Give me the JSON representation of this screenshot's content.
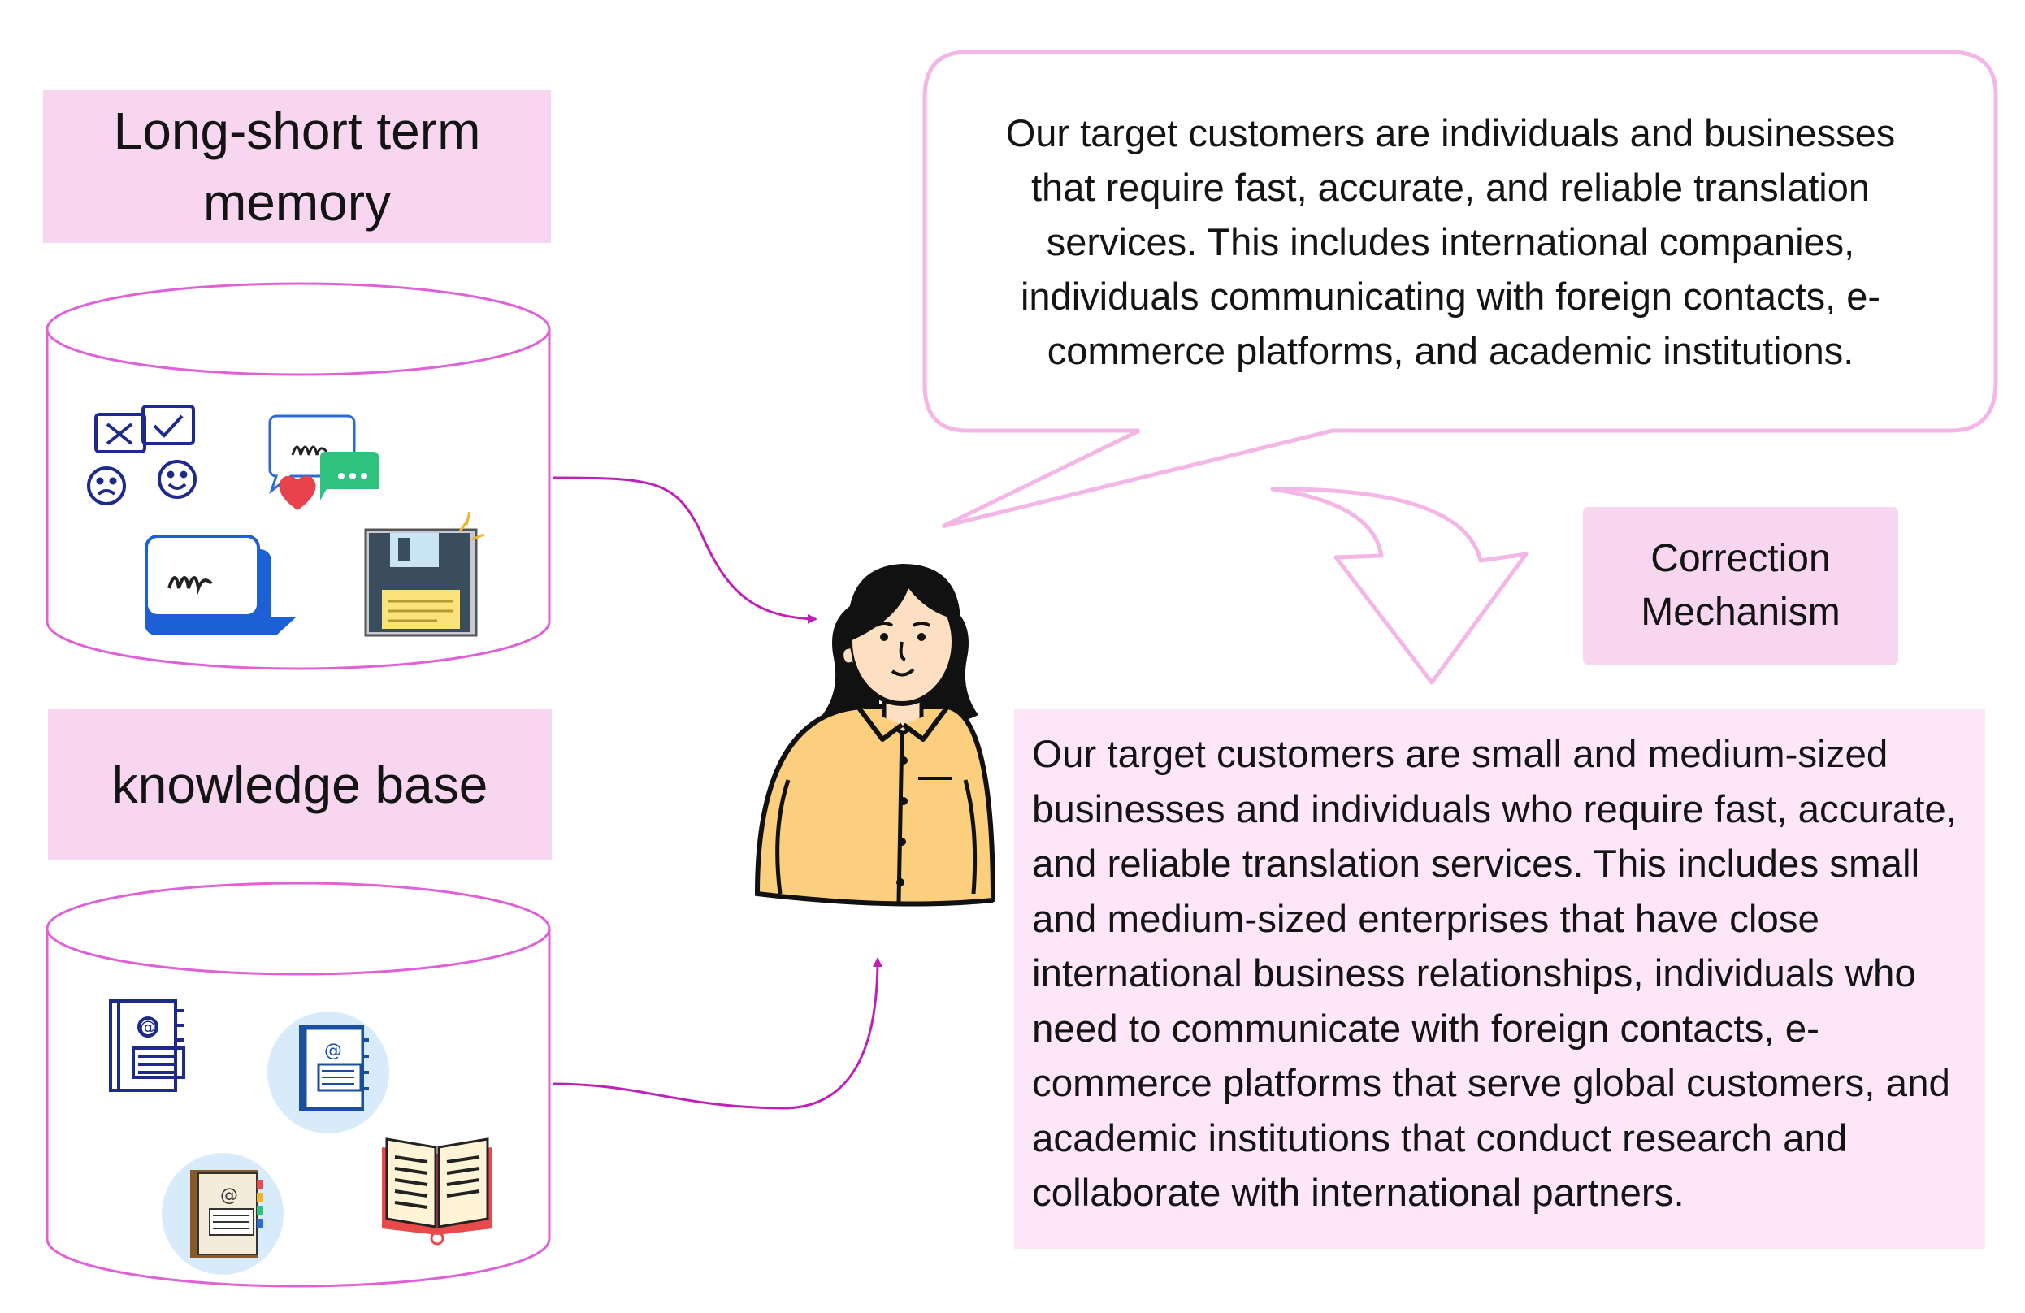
{
  "memory_section": {
    "title": "Long-short term memory"
  },
  "knowledge_section": {
    "title": "knowledge base"
  },
  "speech_bubble": {
    "text": "Our target customers are individuals and businesses that require fast, accurate, and reliable translation services. This includes international companies, individuals communicating with foreign contacts, e-commerce platforms, and academic institutions."
  },
  "correction": {
    "label": "Correction Mechanism"
  },
  "corrected_answer": {
    "text": "Our target customers are small and medium-sized businesses and individuals who require fast, accurate, and reliable translation services. This includes small and medium-sized enterprises that have close international business relationships, individuals who need to communicate with foreign contacts, e-commerce platforms that serve global customers, and academic institutions that conduct research and collaborate with international partners."
  },
  "colors": {
    "label_bg": "#f8d6ef",
    "answer_bg": "#fde6f7",
    "cylinder_stroke": "#e060d8",
    "arrow": "#c020b8",
    "bubble_stroke": "#f4b6e6",
    "shirt": "#fccf7e",
    "skin": "#fde0c2",
    "hair": "#111111"
  }
}
